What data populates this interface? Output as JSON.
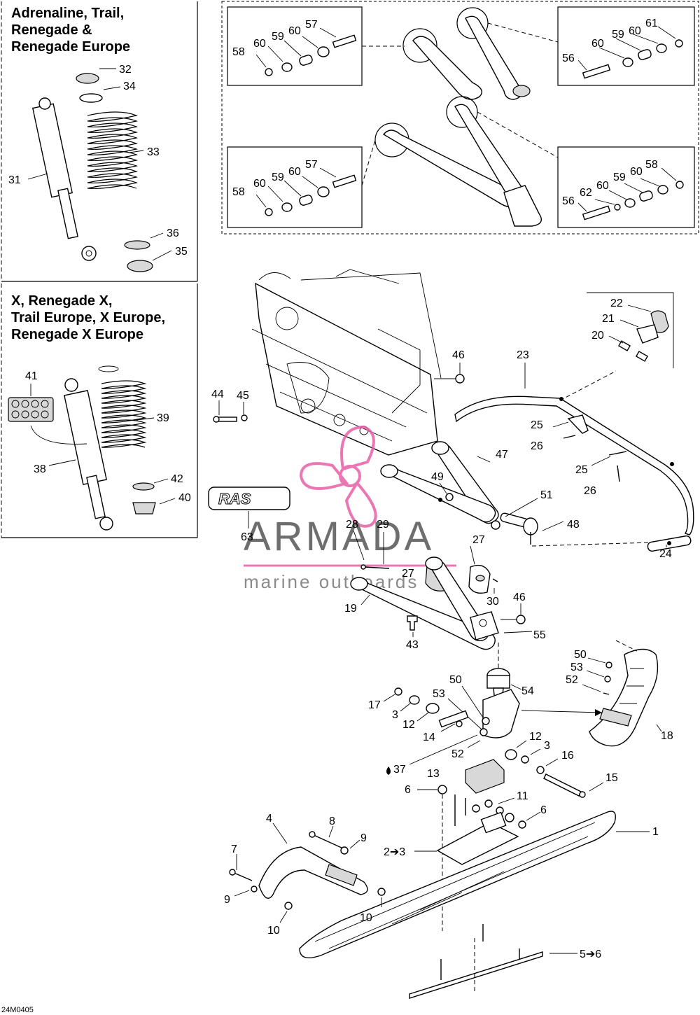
{
  "headers": {
    "top_left": [
      "Adrenaline, Trail,",
      "Renegade &",
      "Renegade Europe"
    ],
    "mid_left": [
      "X, Renegade X,",
      "Trail Europe, X Europe,",
      "Renegade X Europe"
    ]
  },
  "drawing_code": "24M0405",
  "watermark": {
    "brand": "ARMADA",
    "tagline": "marine outboards",
    "color": "#e75fa8"
  },
  "decal_text": "RAS",
  "labels": {
    "l32": "32",
    "l34": "34",
    "l33": "33",
    "l31": "31",
    "l36": "36",
    "l35": "35",
    "l41": "41",
    "l39": "39",
    "l38": "38",
    "l42": "42",
    "l40": "40",
    "l63": "63",
    "b1_57": "57",
    "b1_60a": "60",
    "b1_59": "59",
    "b1_60b": "60",
    "b1_58": "58",
    "b2_61": "61",
    "b2_60a": "60",
    "b2_59": "59",
    "b2_60b": "60",
    "b2_56": "56",
    "b3_57": "57",
    "b3_60a": "60",
    "b3_59": "59",
    "b3_60b": "60",
    "b3_58": "58",
    "b4_58": "58",
    "b4_60a": "60",
    "b4_59": "59",
    "b4_60b": "60",
    "b4_62": "62",
    "b4_56": "56",
    "l22": "22",
    "l21": "21",
    "l20": "20",
    "l23": "23",
    "l46a": "46",
    "l44": "44",
    "l45": "45",
    "l25a": "25",
    "l26a": "26",
    "l25b": "25",
    "l26b": "26",
    "l47": "47",
    "l49": "49",
    "l51": "51",
    "l48": "48",
    "l24": "24",
    "l28": "28",
    "l29": "29",
    "l27a": "27",
    "l27b": "27",
    "l30": "30",
    "l19": "19",
    "l46b": "46",
    "l55": "55",
    "l43": "43",
    "l50a": "50",
    "l53a": "53",
    "l52a": "52",
    "l54": "54",
    "l18": "18",
    "l17": "17",
    "l50b": "50",
    "l53b": "53",
    "l3a": "3",
    "l12a": "12",
    "l14": "14",
    "l52b": "52",
    "l12b": "12",
    "l3b": "3",
    "l16": "16",
    "l37": "37",
    "l15": "15",
    "l13": "13",
    "l6a": "6",
    "l11": "11",
    "l6b": "6",
    "l1": "1",
    "l4": "4",
    "l8": "8",
    "l9a": "9",
    "l23b": "2➔3",
    "l7": "7",
    "l9b": "9",
    "l10a": "10",
    "l10b": "10",
    "l56b": "5➔6"
  }
}
